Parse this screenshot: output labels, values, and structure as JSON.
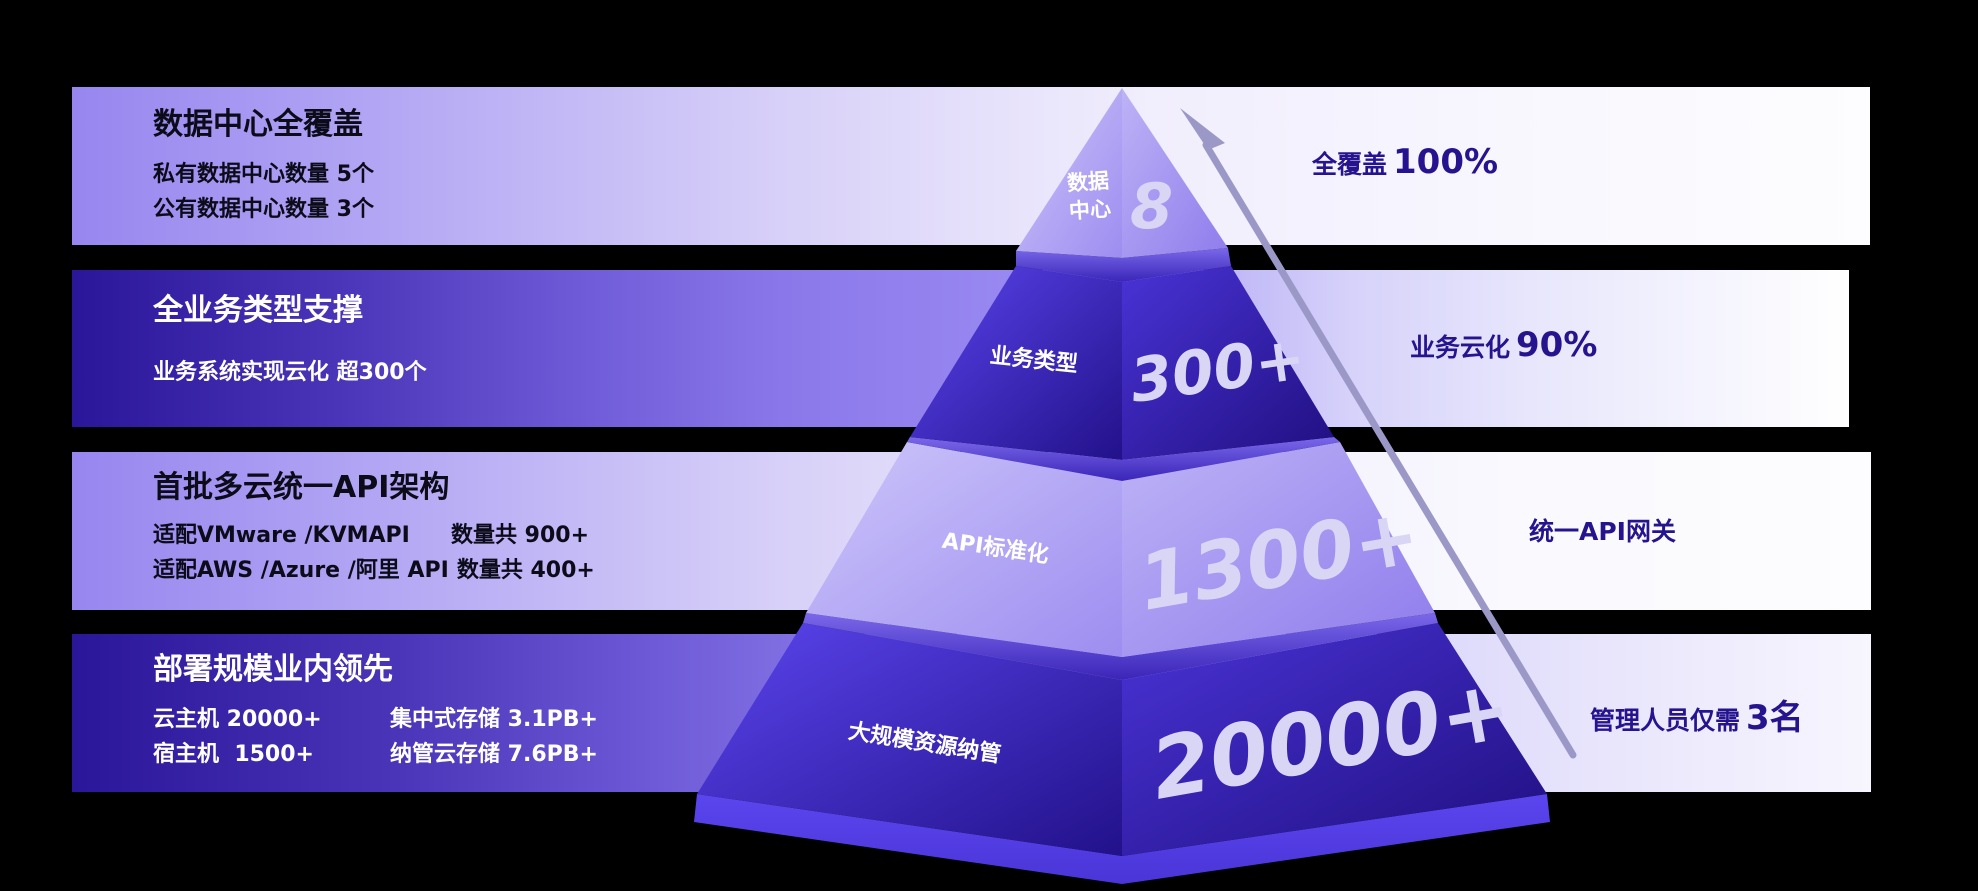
{
  "tiers": [
    {
      "level": 1,
      "left": {
        "title": "数据中心全覆盖",
        "lines": [
          "私有数据中心数量 5个",
          "公有数据中心数量 3个"
        ]
      },
      "pyramid": {
        "name_line1": "数据",
        "name_line2": "中心",
        "value": "8"
      },
      "right": {
        "label": "全覆盖",
        "value": "100%"
      }
    },
    {
      "level": 2,
      "left": {
        "title": "全业务类型支撑",
        "lines": [
          "业务系统实现云化 超300个"
        ]
      },
      "pyramid": {
        "name": "业务类型",
        "value": "300+"
      },
      "right": {
        "label": "业务云化",
        "value": "90%"
      }
    },
    {
      "level": 3,
      "left": {
        "title": "首批多云统一API架构",
        "rows": [
          {
            "col1": "适配VMware /KVMAPI",
            "col2": "数量共 900+"
          },
          {
            "col1": "适配AWS /Azure /阿里 API",
            "col2": "数量共 400+"
          }
        ]
      },
      "pyramid": {
        "name": "API标准化",
        "value": "1300+"
      },
      "right": {
        "label": "统一API网关",
        "value": ""
      }
    },
    {
      "level": 4,
      "left": {
        "title": "部署规模业内领先",
        "rows": [
          {
            "col1": "云主机 20000+",
            "col2": "集中式存储 3.1PB+"
          },
          {
            "col1": "宿主机  1500+",
            "col2": "纳管云存储 7.6PB+"
          }
        ]
      },
      "pyramid": {
        "name": "大规模资源纳管",
        "value": "20000+"
      },
      "right": {
        "label": "管理人员仅需",
        "value": "3名"
      }
    }
  ],
  "colors": {
    "accent_dark": "#2a1699",
    "accent_mid": "#5b45e6",
    "accent_light": "#9786ef",
    "right_text": "#26148f",
    "arrow": "#9b98c8"
  }
}
